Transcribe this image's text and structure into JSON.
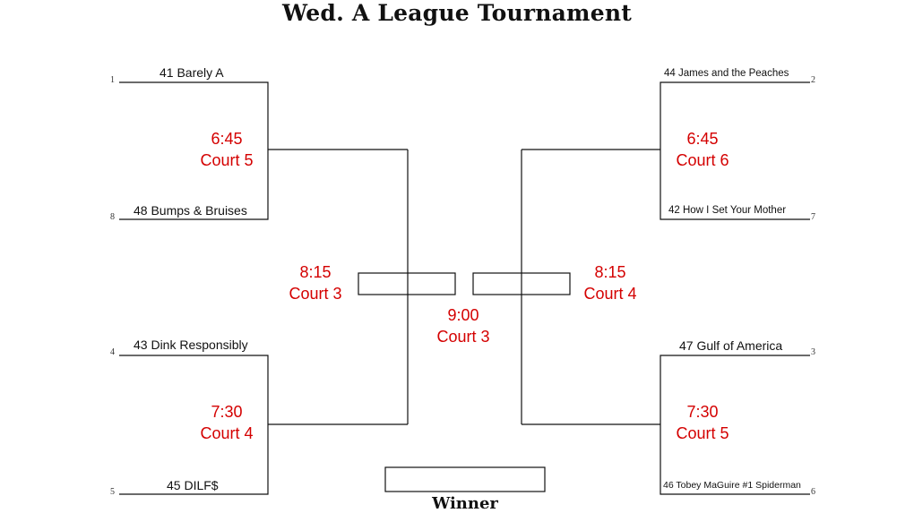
{
  "title": "Wed. A League Tournament",
  "teams": {
    "t1": "41 Barely A",
    "t8": "48 Bumps & Bruises",
    "t4": "43 Dink Responsibly",
    "t5": "45 DILF$",
    "t2": "44 James and the Peaches",
    "t7": "42 How I Set Your Mother",
    "t3": "47 Gulf of America",
    "t6": "46 Tobey MaGuire #1 Spiderman"
  },
  "seeds": {
    "s1": "1",
    "s8": "8",
    "s4": "4",
    "s5": "5",
    "s2": "2",
    "s7": "7",
    "s3": "3",
    "s6": "6"
  },
  "schedule": {
    "m1": {
      "time": "6:45",
      "court": "Court 5"
    },
    "m2": {
      "time": "7:30",
      "court": "Court 4"
    },
    "m3": {
      "time": "6:45",
      "court": "Court 6"
    },
    "m4": {
      "time": "7:30",
      "court": "Court 5"
    },
    "m5": {
      "time": "8:15",
      "court": "Court 3"
    },
    "m6": {
      "time": "8:15",
      "court": "Court 4"
    },
    "final": {
      "time": "9:00",
      "court": "Court 3"
    }
  },
  "winner_label": "Winner",
  "colors": {
    "schedule": "#d40000",
    "lines": "#111111"
  }
}
